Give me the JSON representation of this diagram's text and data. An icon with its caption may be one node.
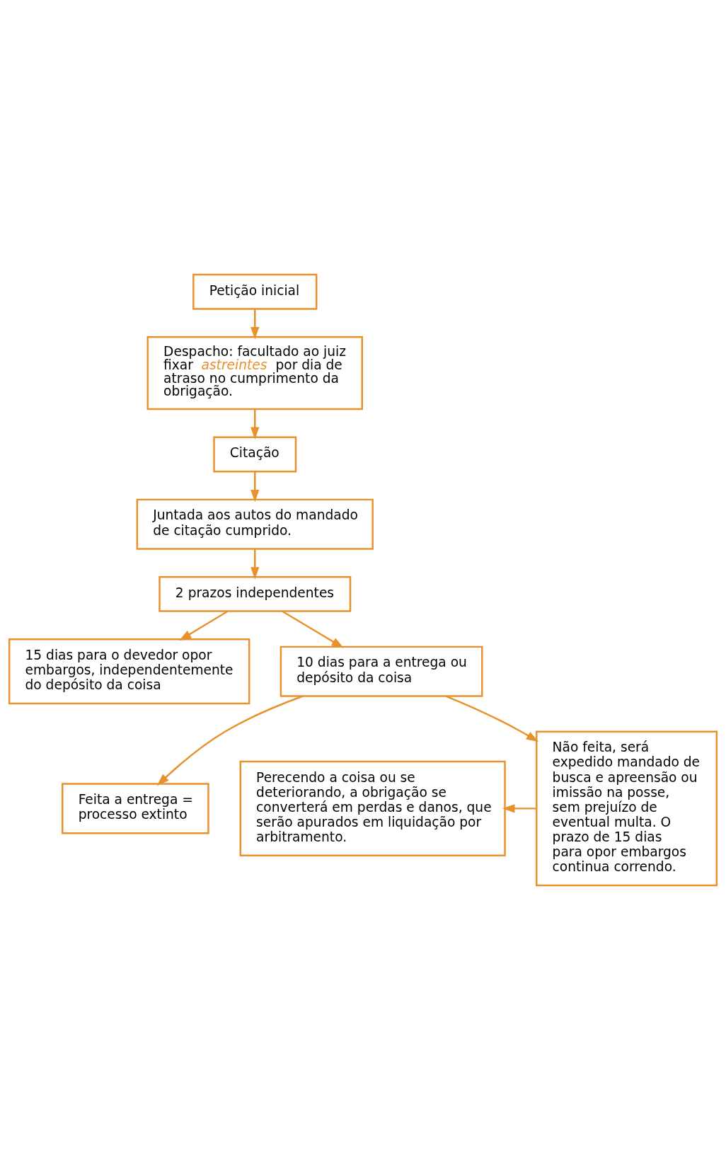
{
  "diagram": {
    "nodes": [
      {
        "text": [
          "Petição inicial"
        ]
      },
      {
        "text": [
          "Despacho: facultado ao juiz fixar *astreintes* por dia de atraso no cumprimento da obrigação."
        ]
      },
      {
        "text": [
          "Citação"
        ]
      },
      {
        "text": [
          "Juntada aos autos do mandado de citação cumprido."
        ]
      },
      {
        "text": [
          "2 prazos independentes"
        ]
      },
      {
        "text": [
          "15 dias para o devedor opor embargos, independentemente do depósito da coisa"
        ]
      },
      {
        "text": [
          "10 dias para a entrega ou depósito da coisa"
        ]
      },
      {
        "text": [
          "Feita a entrega = processo extinto"
        ]
      },
      {
        "text": [
          "Não feita, será expedido mandado de busca e apreensão ou imissão na posse, sem prejuízo de eventual multa. O prazo de 15 dias para opor embargos continua correndo."
        ]
      },
      {
        "text": [
          "Perecendo a coisa ou se deteriorando, a obrigação se converterá em perdas e danos, que serão apurados em liquidação por arbitramento."
        ]
      }
    ],
    "edges": [
      {
        "from": 0,
        "to": 1,
        "arrow": "to"
      },
      {
        "from": 1,
        "to": 2,
        "arrow": "to"
      },
      {
        "from": 2,
        "to": 3,
        "arrow": "to"
      },
      {
        "from": 3,
        "to": 4,
        "arrow": "to"
      },
      {
        "from": 4,
        "to": 5,
        "arrow": "to"
      },
      {
        "from": 4,
        "to": 6,
        "arrow": "to"
      },
      {
        "from": 6,
        "to": 7,
        "arrow": "to"
      },
      {
        "from": 6,
        "to": 8,
        "arrow": "to"
      },
      {
        "from": 8,
        "to": 9,
        "arrow": "to"
      }
    ]
  }
}
